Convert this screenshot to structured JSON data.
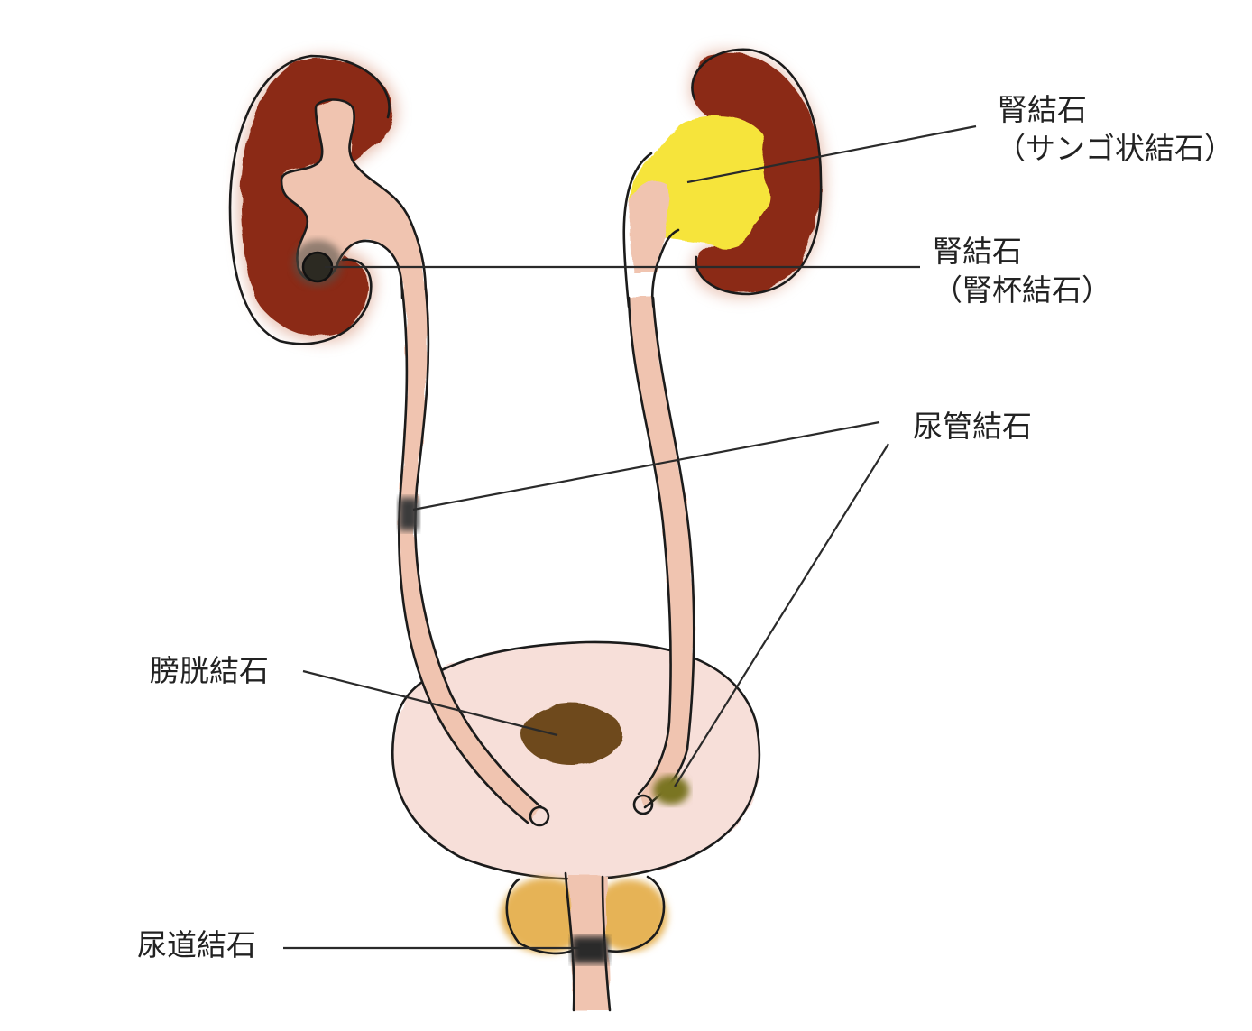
{
  "labels": {
    "kidney_staghorn": {
      "line1": "腎結石",
      "line2": "（サンゴ状結石）"
    },
    "kidney_calyceal": {
      "line1": "腎結石",
      "line2": "（腎杯結石）"
    },
    "ureteral": "尿管結石",
    "bladder": "膀胱結石",
    "urethral": "尿道結石"
  },
  "colors": {
    "kidney": "#8b2a14",
    "tube": "#f0c4b0",
    "bladder": "#f7dfd9",
    "prostate": "#e6b356",
    "staghorn_stone": "#f6e43a",
    "dark_stone": "#2c2a22",
    "bladder_stone": "#6e4a1c",
    "ureteral_stone_right": "#7a7420",
    "outline": "#1b1b1b"
  }
}
